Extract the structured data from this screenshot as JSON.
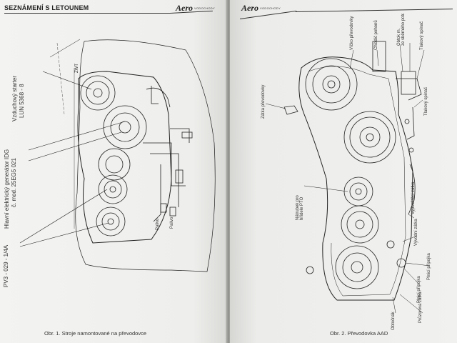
{
  "left_page": {
    "header_title": "SEZNÁMENÍ S LETOUNEM",
    "logo": {
      "text": "Aero",
      "sub": "VODOCHODY"
    },
    "caption": "Obr. 1. Stroje namontované na převodovce",
    "labels": {
      "starter": [
        "Vzduchový starter",
        "LUN 5368 - 8"
      ],
      "generator": [
        "Hlavní elektrický generátor IDG",
        "č. mod. 25EG5 021"
      ],
      "pump": [
        "PV3 - 029 - 1/4A"
      ],
      "zwt": "ZWT",
      "palivo1": "Palivo",
      "palivo2": "Palivo"
    }
  },
  "right_page": {
    "logo": {
      "text": "Aero",
      "sub": "VODOCHODY"
    },
    "caption": "Obr. 2. Převodovka AAD",
    "labels": {
      "l1": "Zátka převodovky",
      "l2": "Víčko převodovky",
      "l3": "Chladič pohonů",
      "l4": "Obtok m.\nze sběrného potr.",
      "l5": "Tlakový spínač",
      "l6": "Tlakový spínač",
      "l7": "Nátrubek pro\nhřídele PTO",
      "l8": "Vypouštěcí zátka",
      "l9": "Vývodní zátka",
      "l10": "Plnicí přípojka",
      "l11": "Plnicí přípojka",
      "l12": "Průzorová zátka",
      "l13": "Obtočnák"
    }
  }
}
